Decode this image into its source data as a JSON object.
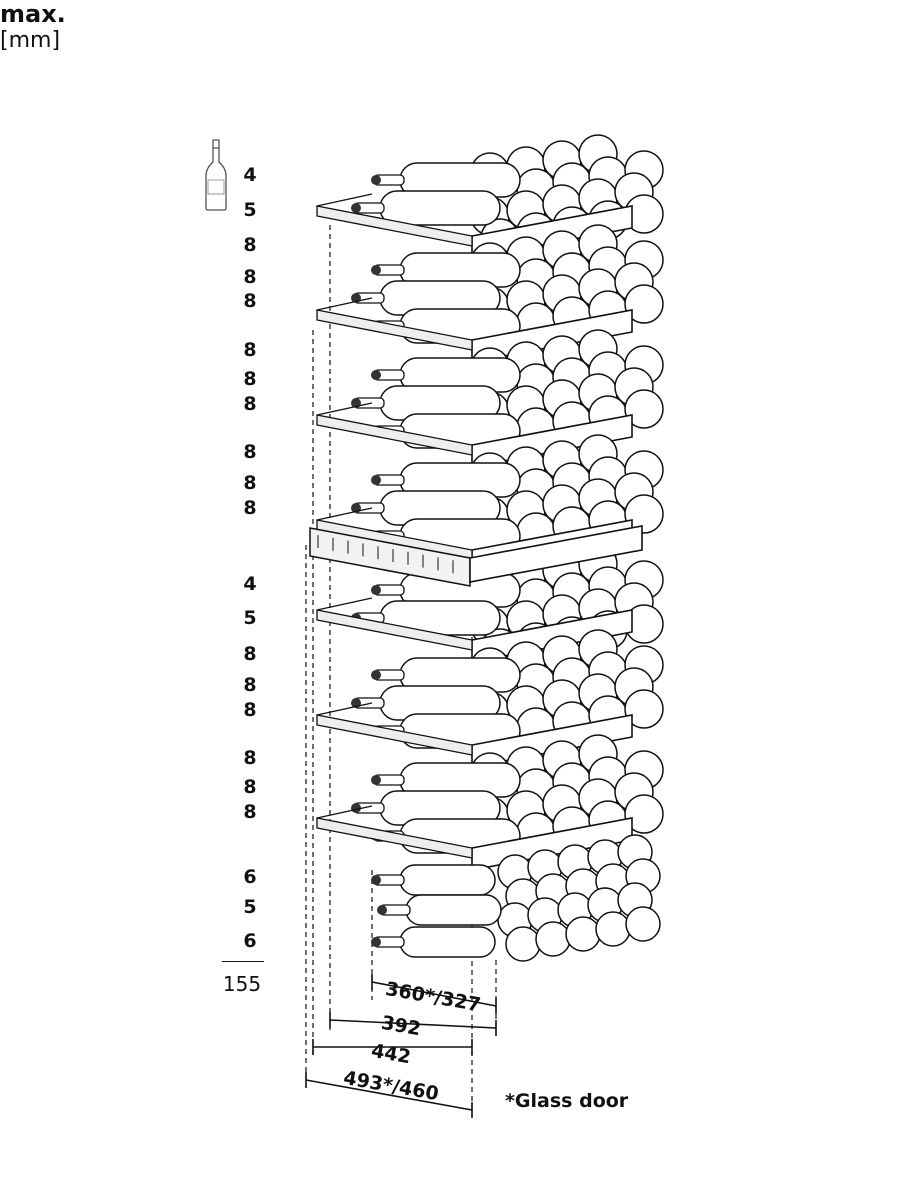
{
  "header": {
    "max_label": "max.",
    "unit_label": "[mm]"
  },
  "capacity_column": {
    "icon": "wine-bottle-icon",
    "counts": [
      "4",
      "5",
      "8",
      "8",
      "8",
      "8",
      "8",
      "8",
      "8",
      "8",
      "8",
      "4",
      "5",
      "8",
      "8",
      "8",
      "8",
      "8",
      "8",
      "6",
      "5",
      "6"
    ],
    "total": "155"
  },
  "dimensions": {
    "d1": "360*/327",
    "d2": "392",
    "d3": "442",
    "d4": "493*/460"
  },
  "footnote": "*Glass door",
  "colors": {
    "line": "#111111",
    "fill": "#ffffff",
    "shade": "#dcdcdc"
  }
}
